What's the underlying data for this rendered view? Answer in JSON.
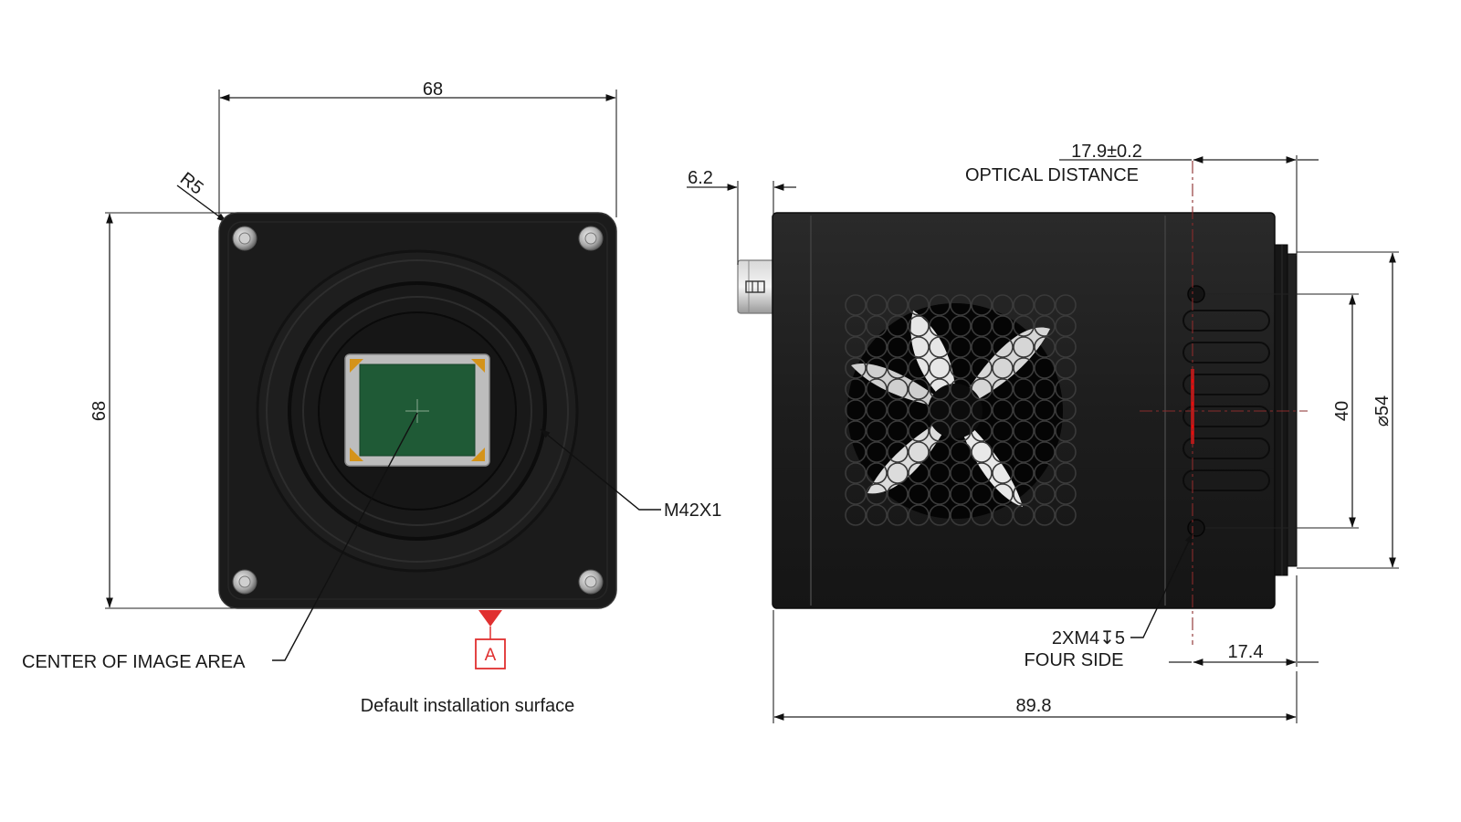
{
  "front_view": {
    "width_dim": "68",
    "height_dim": "68",
    "corner_radius": "R5",
    "thread_callout": "M42X1",
    "center_callout": "CENTER OF IMAGE AREA",
    "datum_label": "A",
    "install_note": "Default installation surface"
  },
  "side_view": {
    "connector_dim": "6.2",
    "optical_dim": "17.9±0.2",
    "optical_label": "OPTICAL DISTANCE",
    "hole_spacing_dim": "40",
    "mount_diameter_dim": "⌀54",
    "screw_callout_line1": "2XM4↧5",
    "screw_callout_line2": "FOUR SIDE",
    "front_section_dim": "17.4",
    "length_dim": "89.8"
  },
  "colors": {
    "body": "#1b1b1b",
    "body_edge": "#303030",
    "sensor": "#1f5a36",
    "sensor_frame": "#b9b9b9",
    "sensor_corner": "#d4931a",
    "datum": "#e03030",
    "marker": "#e01010"
  }
}
